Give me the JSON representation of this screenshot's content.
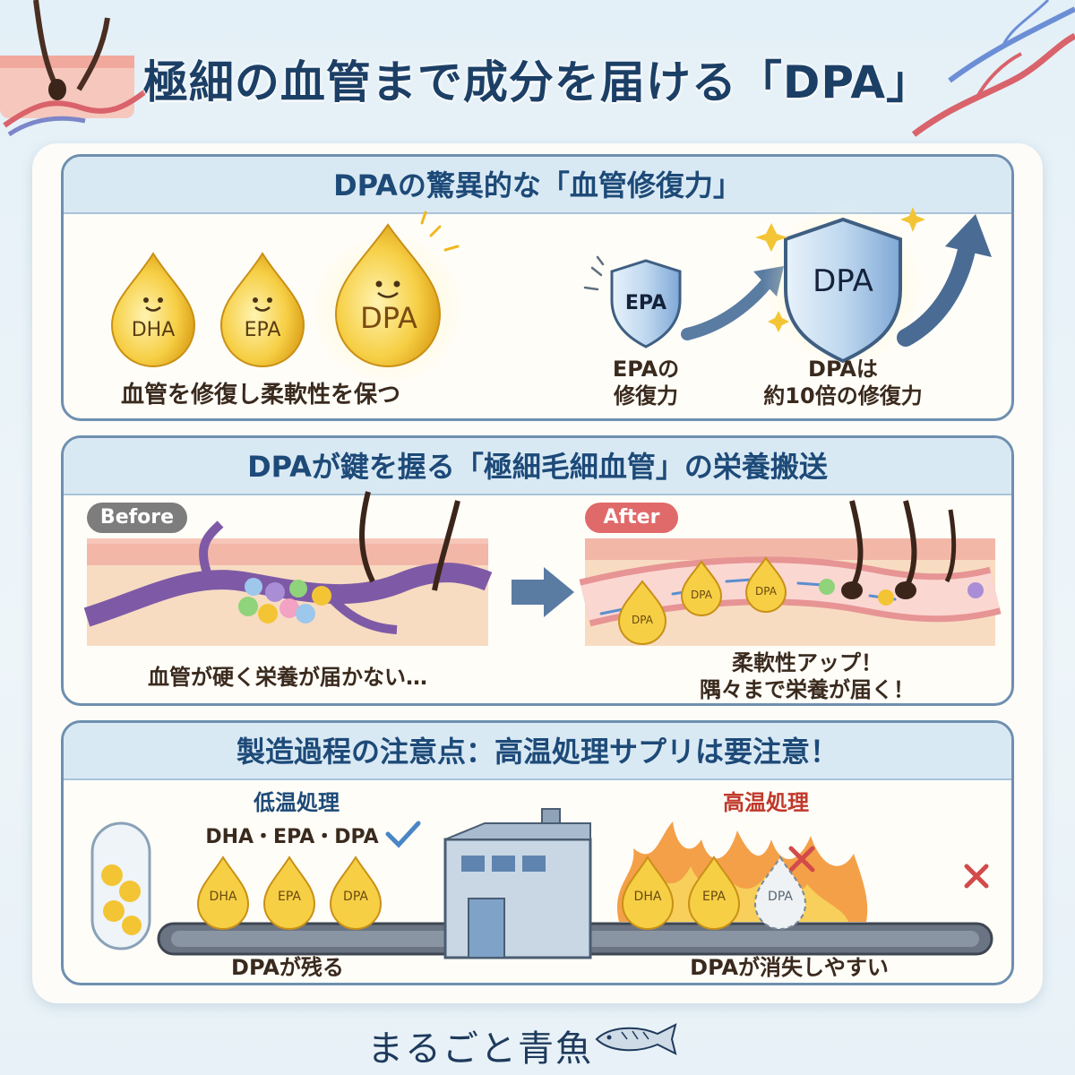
{
  "title": "極細の血管まで成分を届ける「DPA」",
  "section1": {
    "heading": "DPAの驚異的な「血管修復力」",
    "drops": [
      "DHA",
      "EPA",
      "DPA"
    ],
    "drops_caption": "血管を修復し柔軟性を保つ",
    "shield_small": "EPA",
    "shield_big": "DPA",
    "epa_caption": "EPAの\n修復力",
    "dpa_caption": "DPAは\n約10倍の修復力"
  },
  "section2": {
    "heading": "DPAが鍵を握る「極細毛細血管」の栄養搬送",
    "before_label": "Before",
    "after_label": "After",
    "before_caption": "血管が硬く栄養が届かない…",
    "after_caption": "柔軟性アップ！\n隅々まで栄養が届く！",
    "after_drops": [
      "DPA",
      "DPA",
      "DPA"
    ]
  },
  "section3": {
    "heading": "製造過程の注意点：高温処理サプリは要注意！",
    "low_temp_label": "低温処理",
    "low_temp_list": "DHA・EPA・DPA",
    "high_temp_label": "高温処理",
    "low_drops": [
      "DHA",
      "EPA",
      "DPA"
    ],
    "high_drops": [
      "DHA",
      "EPA",
      "DPA"
    ],
    "low_caption": "DPAが残る",
    "high_caption": "DPAが消失しやすい"
  },
  "brand": "まるごと青魚",
  "colors": {
    "title": "#1c3f66",
    "heading": "#1d4a78",
    "drop": "#f2c230",
    "before_tag": "#7d7d7d",
    "after_tag": "#e06a6a",
    "high_temp": "#c0392b",
    "check": "#4a86c5"
  }
}
